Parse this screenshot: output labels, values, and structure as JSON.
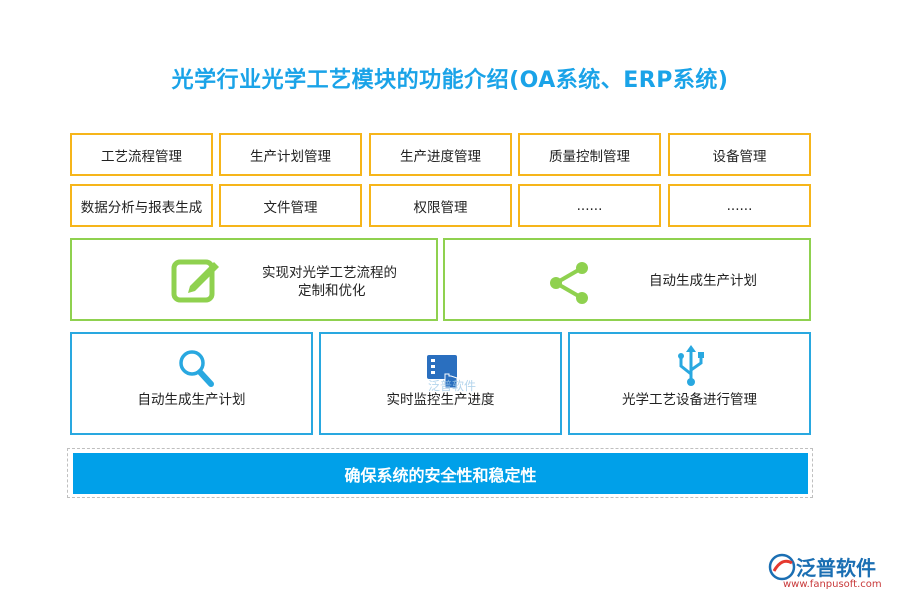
{
  "title": "光学行业光学工艺模块的功能介绍(OA系统、ERP系统)",
  "grid_row1": [
    "工艺流程管理",
    "生产计划管理",
    "生产进度管理",
    "质量控制管理",
    "设备管理"
  ],
  "grid_row2": [
    "数据分析与报表生成",
    "文件管理",
    "权限管理",
    "......",
    "......"
  ],
  "green_left": {
    "line1": "实现对光学工艺流程的",
    "line2": "定制和优化",
    "icon": "edit-icon"
  },
  "green_right": {
    "label": "自动生成生产计划",
    "icon": "share-icon"
  },
  "blue_cards": [
    {
      "label": "自动生成生产计划",
      "icon": "search-icon"
    },
    {
      "label": "实时监控生产进度",
      "icon": "monitor-touch-icon"
    },
    {
      "label": "光学工艺设备进行管理",
      "icon": "usb-icon"
    }
  ],
  "watermark": "泛普软件",
  "footer": "确保系统的安全性和稳定性",
  "brand": {
    "name": "泛普软件",
    "url": "www.fanpusoft.com"
  },
  "colors": {
    "title": "#1aa3e8",
    "orange": "#f6b51a",
    "green": "#8fd14f",
    "blue": "#29a8e0",
    "bar": "#00a0e9"
  }
}
